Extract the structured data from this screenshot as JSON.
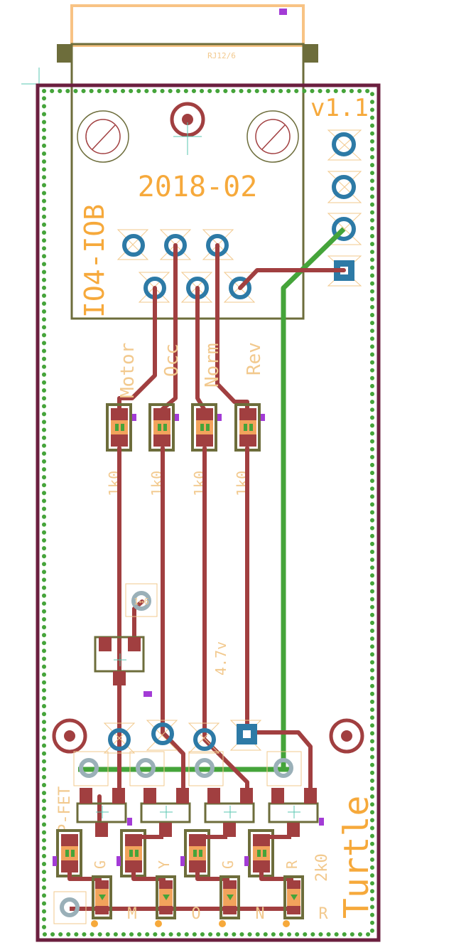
{
  "board": {
    "version": "v1.1",
    "date": "2018-02",
    "name": "IO4-IOB",
    "connector": "RJ12/6",
    "brand": "Turtle",
    "fet_label": "P-FET",
    "voltage_label": "4.7v",
    "resistor_value": "2k0"
  },
  "input_labels": [
    "Motor",
    "Occ",
    "Norm",
    "Rev"
  ],
  "input_resistors": [
    "1k0",
    "1k0",
    "1k0",
    "1k0"
  ],
  "led_labels": [
    "G",
    "Y",
    "G",
    "R"
  ],
  "bottom_letters": [
    "M",
    "O",
    "N",
    "R"
  ],
  "colors": {
    "board_outline": "#6b1f3f",
    "copper_trace": "#a13f40",
    "bottom_trace": "#45a43a",
    "pad": "#2d7aa6",
    "silkscreen": "#f6a93b",
    "document_layer": "#6d6d3b",
    "marker": "#a33bd6"
  }
}
